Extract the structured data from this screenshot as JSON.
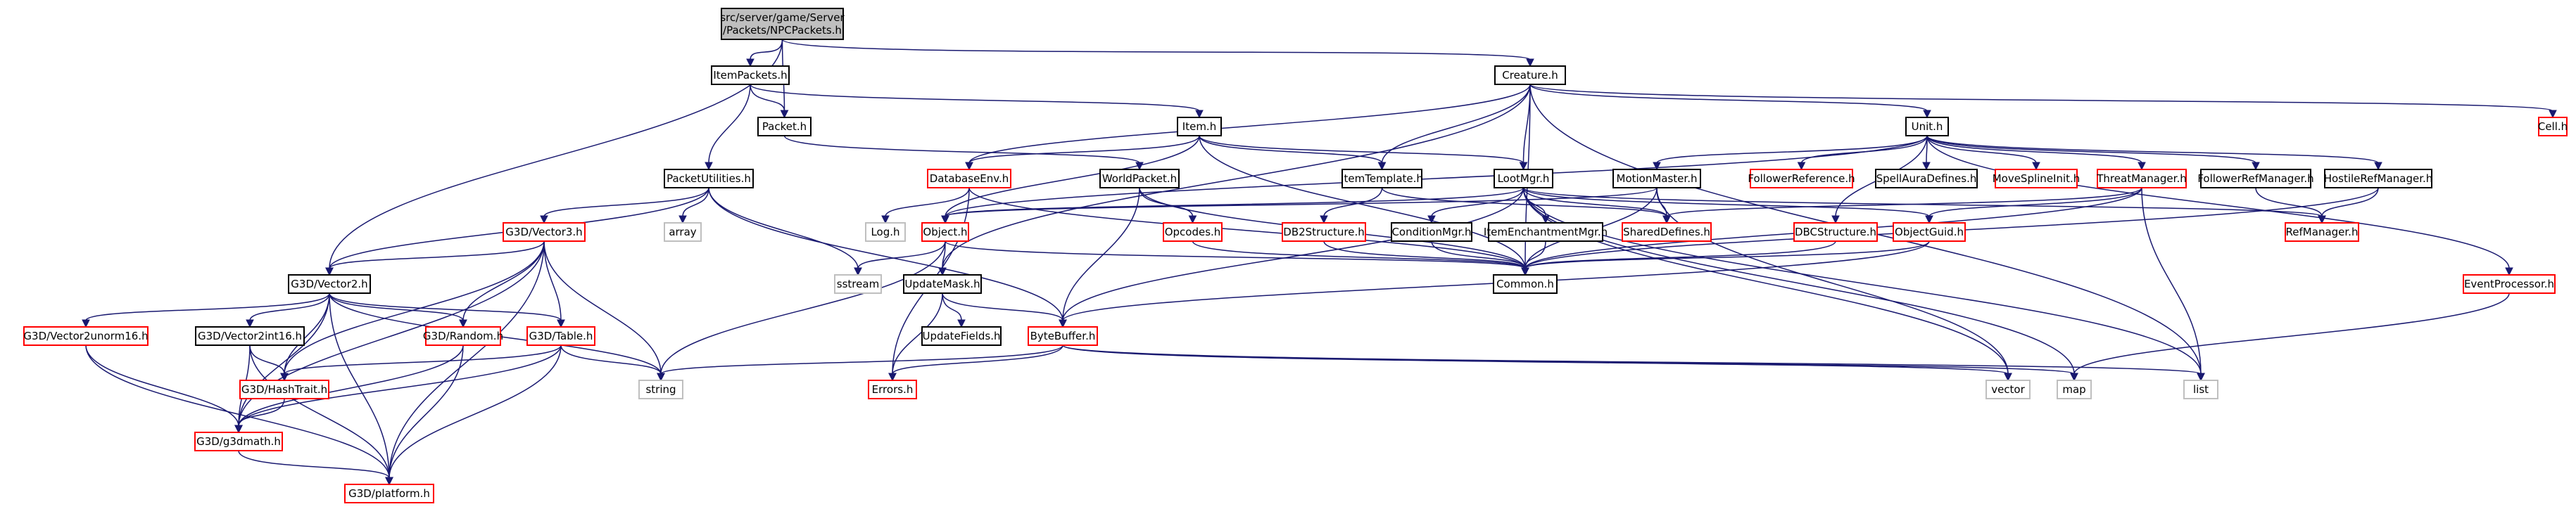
{
  "nodes": [
    {
      "id": "npc",
      "lines": [
        "src/server/game/Server",
        "/Packets/NPCPackets.h"
      ],
      "kind": "root"
    },
    {
      "id": "itempackets",
      "lines": [
        "ItemPackets.h"
      ],
      "kind": "normal"
    },
    {
      "id": "creature",
      "lines": [
        "Creature.h"
      ],
      "kind": "normal"
    },
    {
      "id": "packet",
      "lines": [
        "Packet.h"
      ],
      "kind": "normal"
    },
    {
      "id": "item",
      "lines": [
        "Item.h"
      ],
      "kind": "normal"
    },
    {
      "id": "unit",
      "lines": [
        "Unit.h"
      ],
      "kind": "normal"
    },
    {
      "id": "cell",
      "lines": [
        "Cell.h"
      ],
      "kind": "red"
    },
    {
      "id": "packetutilities",
      "lines": [
        "PacketUtilities.h"
      ],
      "kind": "normal"
    },
    {
      "id": "databaseenv",
      "lines": [
        "DatabaseEnv.h"
      ],
      "kind": "red"
    },
    {
      "id": "worldpacket",
      "lines": [
        "WorldPacket.h"
      ],
      "kind": "normal"
    },
    {
      "id": "itemtemplate",
      "lines": [
        "ItemTemplate.h"
      ],
      "kind": "normal"
    },
    {
      "id": "lootmgr",
      "lines": [
        "LootMgr.h"
      ],
      "kind": "normal"
    },
    {
      "id": "motionmaster",
      "lines": [
        "MotionMaster.h"
      ],
      "kind": "normal"
    },
    {
      "id": "followerreference",
      "lines": [
        "FollowerReference.h"
      ],
      "kind": "red"
    },
    {
      "id": "spellauradefines",
      "lines": [
        "SpellAuraDefines.h"
      ],
      "kind": "normal"
    },
    {
      "id": "movesplineinit",
      "lines": [
        "MoveSplineInit.h"
      ],
      "kind": "red"
    },
    {
      "id": "threatmanager",
      "lines": [
        "ThreatManager.h"
      ],
      "kind": "red"
    },
    {
      "id": "followerrefmanager",
      "lines": [
        "FollowerRefManager.h"
      ],
      "kind": "normal"
    },
    {
      "id": "hostilerefmanager",
      "lines": [
        "HostileRefManager.h"
      ],
      "kind": "normal"
    },
    {
      "id": "g3dvector3",
      "lines": [
        "G3D/Vector3.h"
      ],
      "kind": "red"
    },
    {
      "id": "array",
      "lines": [
        "array"
      ],
      "kind": "ext"
    },
    {
      "id": "log",
      "lines": [
        "Log.h"
      ],
      "kind": "ext"
    },
    {
      "id": "object",
      "lines": [
        "Object.h"
      ],
      "kind": "red"
    },
    {
      "id": "opcodes",
      "lines": [
        "Opcodes.h"
      ],
      "kind": "red"
    },
    {
      "id": "db2structure",
      "lines": [
        "DB2Structure.h"
      ],
      "kind": "red"
    },
    {
      "id": "conditionmgr",
      "lines": [
        "ConditionMgr.h"
      ],
      "kind": "normal"
    },
    {
      "id": "itemenchantmentmgr",
      "lines": [
        "ItemEnchantmentMgr.h"
      ],
      "kind": "normal"
    },
    {
      "id": "shareddefines",
      "lines": [
        "SharedDefines.h"
      ],
      "kind": "red"
    },
    {
      "id": "dbcstructure",
      "lines": [
        "DBCStructure.h"
      ],
      "kind": "red"
    },
    {
      "id": "objectguid",
      "lines": [
        "ObjectGuid.h"
      ],
      "kind": "red"
    },
    {
      "id": "refmanager",
      "lines": [
        "RefManager.h"
      ],
      "kind": "red"
    },
    {
      "id": "g3dvector2",
      "lines": [
        "G3D/Vector2.h"
      ],
      "kind": "normal"
    },
    {
      "id": "sstream",
      "lines": [
        "sstream"
      ],
      "kind": "ext"
    },
    {
      "id": "common",
      "lines": [
        "Common.h"
      ],
      "kind": "normal"
    },
    {
      "id": "updatemask",
      "lines": [
        "UpdateMask.h"
      ],
      "kind": "normal"
    },
    {
      "id": "eventprocessor",
      "lines": [
        "EventProcessor.h"
      ],
      "kind": "red"
    },
    {
      "id": "g3dvector2unorm16",
      "lines": [
        "G3D/Vector2unorm16.h"
      ],
      "kind": "red"
    },
    {
      "id": "g3dvector2int16",
      "lines": [
        "G3D/Vector2int16.h"
      ],
      "kind": "normal"
    },
    {
      "id": "g3drandom",
      "lines": [
        "G3D/Random.h"
      ],
      "kind": "red"
    },
    {
      "id": "g3dtable",
      "lines": [
        "G3D/Table.h"
      ],
      "kind": "red"
    },
    {
      "id": "updatefields",
      "lines": [
        "UpdateFields.h"
      ],
      "kind": "normal"
    },
    {
      "id": "bytebuffer",
      "lines": [
        "ByteBuffer.h"
      ],
      "kind": "red"
    },
    {
      "id": "g3dhashtrait",
      "lines": [
        "G3D/HashTrait.h"
      ],
      "kind": "red"
    },
    {
      "id": "string",
      "lines": [
        "string"
      ],
      "kind": "ext"
    },
    {
      "id": "errors",
      "lines": [
        "Errors.h"
      ],
      "kind": "red"
    },
    {
      "id": "vector",
      "lines": [
        "vector"
      ],
      "kind": "ext"
    },
    {
      "id": "map",
      "lines": [
        "map"
      ],
      "kind": "ext"
    },
    {
      "id": "list",
      "lines": [
        "list"
      ],
      "kind": "ext"
    },
    {
      "id": "g3dg3dmath",
      "lines": [
        "G3D/g3dmath.h"
      ],
      "kind": "red"
    },
    {
      "id": "g3dplatform",
      "lines": [
        "G3D/platform.h"
      ],
      "kind": "red"
    }
  ],
  "edges": [
    [
      "npc",
      "itempackets"
    ],
    [
      "npc",
      "creature"
    ],
    [
      "npc",
      "packet"
    ],
    [
      "npc",
      "g3dvector2"
    ],
    [
      "itempackets",
      "packet"
    ],
    [
      "itempackets",
      "item"
    ],
    [
      "itempackets",
      "packetutilities"
    ],
    [
      "creature",
      "unit"
    ],
    [
      "creature",
      "cell"
    ],
    [
      "creature",
      "databaseenv"
    ],
    [
      "creature",
      "itemtemplate"
    ],
    [
      "creature",
      "lootmgr"
    ],
    [
      "creature",
      "updatemask"
    ],
    [
      "creature",
      "common"
    ],
    [
      "creature",
      "list"
    ],
    [
      "packet",
      "worldpacket"
    ],
    [
      "item",
      "databaseenv"
    ],
    [
      "item",
      "itemtemplate"
    ],
    [
      "item",
      "lootmgr"
    ],
    [
      "item",
      "object"
    ],
    [
      "item",
      "common"
    ],
    [
      "unit",
      "motionmaster"
    ],
    [
      "unit",
      "followerreference"
    ],
    [
      "unit",
      "spellauradefines"
    ],
    [
      "unit",
      "movesplineinit"
    ],
    [
      "unit",
      "threatmanager"
    ],
    [
      "unit",
      "followerrefmanager"
    ],
    [
      "unit",
      "hostilerefmanager"
    ],
    [
      "unit",
      "eventprocessor"
    ],
    [
      "unit",
      "object"
    ],
    [
      "unit",
      "dbcstructure"
    ],
    [
      "packetutilities",
      "g3dvector3"
    ],
    [
      "packetutilities",
      "g3dvector2"
    ],
    [
      "packetutilities",
      "array"
    ],
    [
      "packetutilities",
      "sstream"
    ],
    [
      "packetutilities",
      "bytebuffer"
    ],
    [
      "databaseenv",
      "log"
    ],
    [
      "databaseenv",
      "common"
    ],
    [
      "databaseenv",
      "errors"
    ],
    [
      "worldpacket",
      "opcodes"
    ],
    [
      "worldpacket",
      "bytebuffer"
    ],
    [
      "worldpacket",
      "common"
    ],
    [
      "itemtemplate",
      "db2structure"
    ],
    [
      "itemtemplate",
      "shareddefines"
    ],
    [
      "lootmgr",
      "conditionmgr"
    ],
    [
      "lootmgr",
      "itemenchantmentmgr"
    ],
    [
      "lootmgr",
      "shareddefines"
    ],
    [
      "lootmgr",
      "object"
    ],
    [
      "lootmgr",
      "refmanager"
    ],
    [
      "lootmgr",
      "bytebuffer"
    ],
    [
      "lootmgr",
      "objectguid"
    ],
    [
      "lootmgr",
      "vector"
    ],
    [
      "lootmgr",
      "list"
    ],
    [
      "lootmgr",
      "map"
    ],
    [
      "motionmaster",
      "shareddefines"
    ],
    [
      "motionmaster",
      "object"
    ],
    [
      "motionmaster",
      "common"
    ],
    [
      "motionmaster",
      "vector"
    ],
    [
      "threatmanager",
      "shareddefines"
    ],
    [
      "threatmanager",
      "common"
    ],
    [
      "threatmanager",
      "objectguid"
    ],
    [
      "threatmanager",
      "list"
    ],
    [
      "followerrefmanager",
      "refmanager"
    ],
    [
      "hostilerefmanager",
      "refmanager"
    ],
    [
      "hostilerefmanager",
      "common"
    ],
    [
      "g3dvector3",
      "g3dvector2"
    ],
    [
      "g3dvector3",
      "g3drandom"
    ],
    [
      "g3dvector3",
      "g3dtable"
    ],
    [
      "g3dvector3",
      "g3dhashtrait"
    ],
    [
      "g3dvector3",
      "string"
    ],
    [
      "g3dvector3",
      "g3dg3dmath"
    ],
    [
      "g3dvector3",
      "g3dplatform"
    ],
    [
      "object",
      "common"
    ],
    [
      "object",
      "updatemask"
    ],
    [
      "object",
      "sstream"
    ],
    [
      "object",
      "string"
    ],
    [
      "opcodes",
      "common"
    ],
    [
      "db2structure",
      "common"
    ],
    [
      "conditionmgr",
      "common"
    ],
    [
      "itemenchantmentmgr",
      "common"
    ],
    [
      "dbcstructure",
      "common"
    ],
    [
      "objectguid",
      "common"
    ],
    [
      "objectguid",
      "bytebuffer"
    ],
    [
      "g3dvector2",
      "g3dvector2unorm16"
    ],
    [
      "g3dvector2",
      "g3dvector2int16"
    ],
    [
      "g3dvector2",
      "g3drandom"
    ],
    [
      "g3dvector2",
      "g3dtable"
    ],
    [
      "g3dvector2",
      "g3dhashtrait"
    ],
    [
      "g3dvector2",
      "g3dg3dmath"
    ],
    [
      "g3dvector2",
      "g3dplatform"
    ],
    [
      "g3dvector2",
      "string"
    ],
    [
      "updatemask",
      "updatefields"
    ],
    [
      "updatemask",
      "errors"
    ],
    [
      "updatemask",
      "bytebuffer"
    ],
    [
      "eventprocessor",
      "map"
    ],
    [
      "g3dvector2unorm16",
      "g3dg3dmath"
    ],
    [
      "g3dvector2unorm16",
      "g3dplatform"
    ],
    [
      "g3dvector2int16",
      "g3dhashtrait"
    ],
    [
      "g3dvector2int16",
      "g3dg3dmath"
    ],
    [
      "g3dvector2int16",
      "g3dplatform"
    ],
    [
      "g3drandom",
      "g3dg3dmath"
    ],
    [
      "g3drandom",
      "g3dplatform"
    ],
    [
      "g3dtable",
      "g3dhashtrait"
    ],
    [
      "g3dtable",
      "string"
    ],
    [
      "g3dtable",
      "g3dg3dmath"
    ],
    [
      "g3dtable",
      "g3dplatform"
    ],
    [
      "bytebuffer",
      "errors"
    ],
    [
      "bytebuffer",
      "string"
    ],
    [
      "bytebuffer",
      "vector"
    ],
    [
      "bytebuffer",
      "map"
    ],
    [
      "bytebuffer",
      "list"
    ],
    [
      "g3dhashtrait",
      "g3dg3dmath"
    ],
    [
      "g3dg3dmath",
      "g3dplatform"
    ]
  ]
}
